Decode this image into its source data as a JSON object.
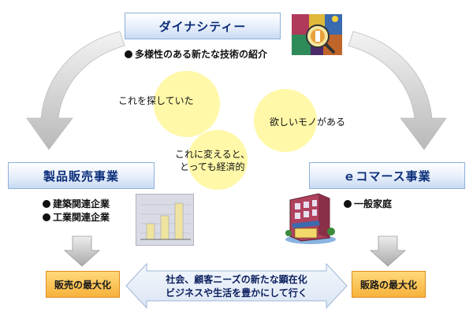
{
  "top": {
    "title": "ダイナシティー",
    "bullet": "多様性のある新たな技術の紹介"
  },
  "bubbles": {
    "left": "これを探していた",
    "right": "欲しいモノがある",
    "bottom_line1": "これに変えると、",
    "bottom_line2": "とっても経済的"
  },
  "left_box": {
    "title": "製品販売事業",
    "bullets": [
      "建築関連企業",
      "工業関連企業"
    ],
    "result": "販売の最大化"
  },
  "right_box": {
    "title": "ｅコマース事業",
    "bullets": [
      "一般家庭"
    ],
    "result": "販路の最大化"
  },
  "bottom_arrow": {
    "line1": "社会、顧客ニーズの新たな顕在化",
    "line2": "ビジネスや生活を豊かにして行く"
  },
  "colors": {
    "title_text": "#0b2d7a",
    "bubble": "#fff8a8",
    "result_box": "#f7b23b",
    "arrow_gray": "#c8c8c8"
  },
  "icons": {
    "top_image": "colorful-magnifier-collage-image",
    "left_image": "bar-chart-image",
    "right_image": "storefront-building-image"
  }
}
